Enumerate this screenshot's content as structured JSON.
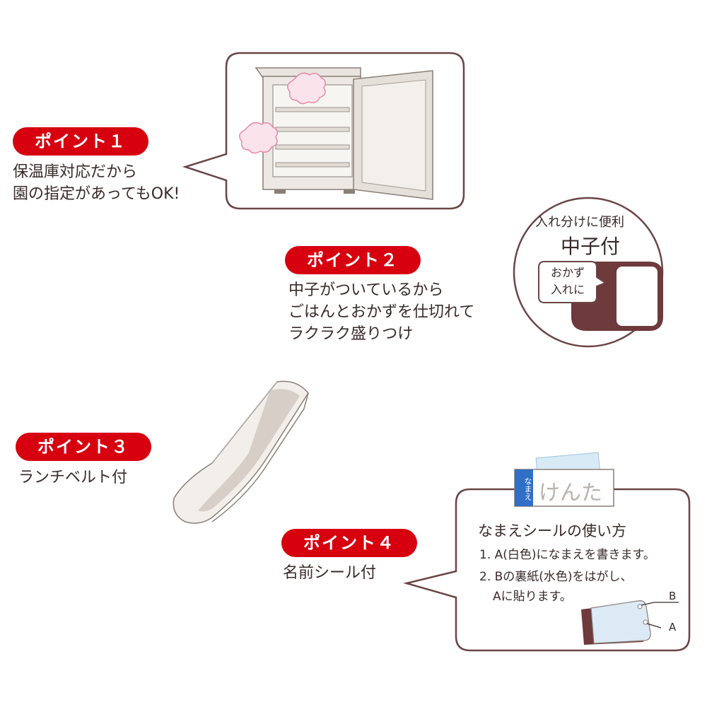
{
  "point1": {
    "badge": "ポイント１",
    "lines": [
      "保温庫対応だから",
      "園の指定があってもOK!"
    ]
  },
  "point2": {
    "badge": "ポイント２",
    "lines": [
      "中子がついているから",
      "ごはんとおかずを仕切れて",
      "ラクラク盛りつけ"
    ],
    "callout": {
      "title_small": "入れ分けに便利",
      "title_large": "中子付",
      "bubble_lines": [
        "おかず",
        "入れに"
      ]
    }
  },
  "point3": {
    "badge": "ポイント３",
    "lines": [
      "ランチベルト付"
    ]
  },
  "point4": {
    "badge": "ポイント４",
    "lines": [
      "名前シール付"
    ],
    "sticker": {
      "tag": "なまえ",
      "name": "けんた"
    },
    "howto": {
      "title": "なまえシールの使い方",
      "step1": "1. A(白色)になまえを書きます。",
      "step2a": "2. Bの裏紙(水色)をはがし、",
      "step2b": "Aに貼ります。",
      "label_a": "A",
      "label_b": "B"
    }
  },
  "colors": {
    "accent_red": "#d7000f",
    "outline_brown": "#6b4546",
    "container_brown": "#6e3a3c",
    "sticker_blue": "#2f6fc6"
  }
}
